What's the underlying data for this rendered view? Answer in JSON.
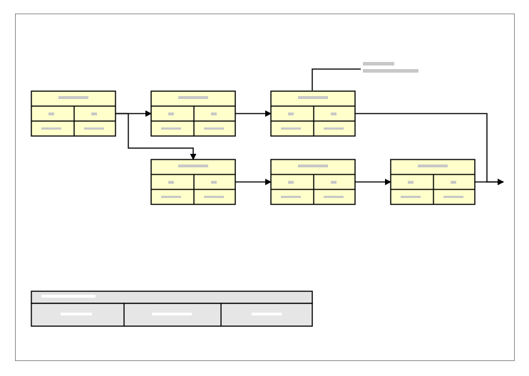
{
  "colors": {
    "page_border": "#8a8a8a",
    "node_fill": "#ffffcc",
    "node_border": "#000000",
    "placeholder": "#c8c8c8",
    "connector": "#000000",
    "legend_header_fill": "#e3e3e3",
    "legend_cell_fill": "#e6e6e6",
    "legend_placeholder": "#ffffff"
  },
  "nodes": [
    {
      "id": "node-1",
      "row": 1,
      "col": 1
    },
    {
      "id": "node-2",
      "row": 1,
      "col": 2
    },
    {
      "id": "node-3",
      "row": 1,
      "col": 3
    },
    {
      "id": "node-4",
      "row": 2,
      "col": 2
    },
    {
      "id": "node-5",
      "row": 2,
      "col": 3
    },
    {
      "id": "node-6",
      "row": 2,
      "col": 4
    }
  ],
  "edges": [
    {
      "from": "node-1",
      "to": "node-2"
    },
    {
      "from": "node-1",
      "to": "node-4"
    },
    {
      "from": "node-2",
      "to": "node-3"
    },
    {
      "from": "node-4",
      "to": "node-5"
    },
    {
      "from": "node-5",
      "to": "node-6"
    },
    {
      "from": "node-3",
      "to": "end"
    },
    {
      "from": "node-6",
      "to": "end"
    }
  ],
  "callout": {
    "attached_to": "node-3",
    "lines": 2
  },
  "legend": {
    "columns": 3
  }
}
